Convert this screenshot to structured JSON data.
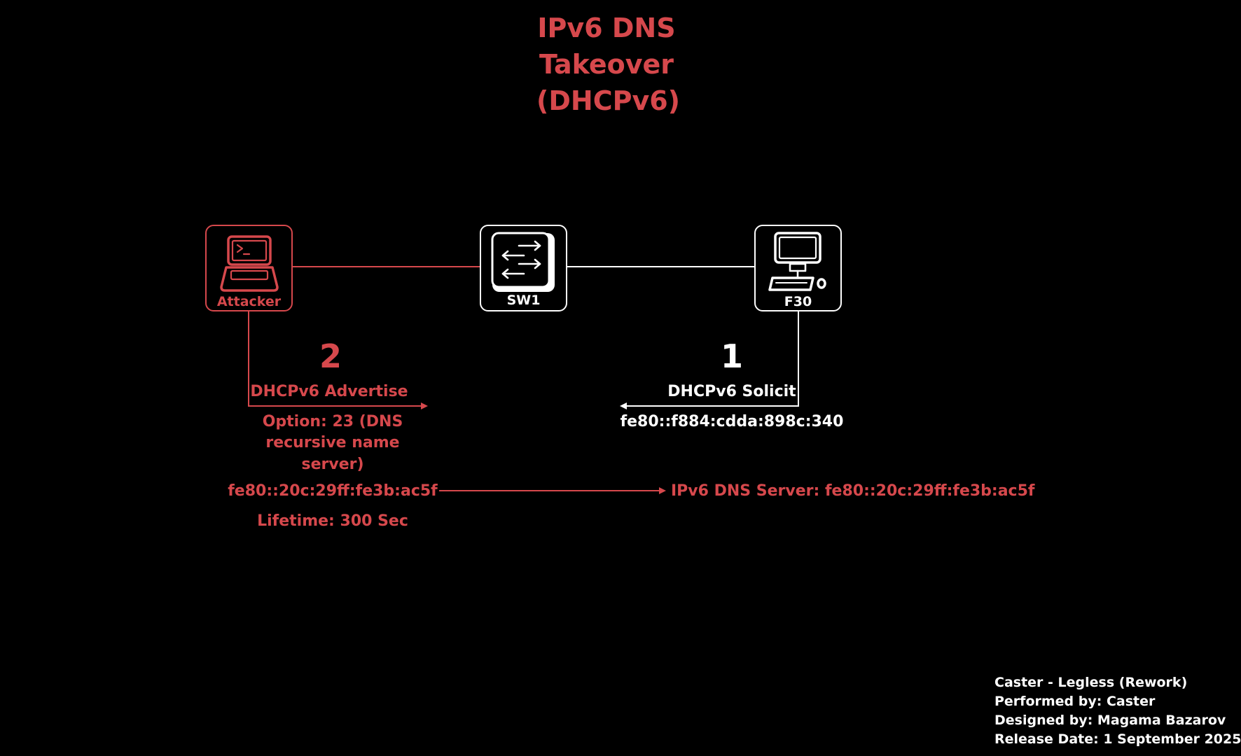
{
  "title": {
    "line1": "IPv6 DNS",
    "line2": "Takeover",
    "line3": "(DHCPv6)"
  },
  "nodes": {
    "attacker": {
      "label": "Attacker",
      "icon": "laptop-terminal-icon"
    },
    "switch": {
      "label": "SW1",
      "icon": "switch-icon"
    },
    "client": {
      "label": "F30",
      "icon": "desktop-computer-icon"
    }
  },
  "step1": {
    "number": "1",
    "message": "DHCPv6 Solicit",
    "address": "fe80::f884:cdda:898c:340"
  },
  "step2": {
    "number": "2",
    "message": "DHCPv6 Advertise",
    "option_line1": "Option: 23 (DNS",
    "option_line2": "recursive name",
    "option_line3": "server)",
    "address": "fe80::20c:29ff:fe3b:ac5f",
    "lifetime": "Lifetime: 300 Sec"
  },
  "result": {
    "label": "IPv6 DNS Server: fe80::20c:29ff:fe3b:ac5f"
  },
  "credits": {
    "line1": "Caster - Legless (Rework)",
    "line2": "Performed by: Caster",
    "line3": "Designed by: Magama Bazarov",
    "line4": "Release Date: 1 September 2025"
  },
  "colors": {
    "attacker": "#d6484c",
    "neutral": "#ffffff",
    "background": "#000000"
  }
}
